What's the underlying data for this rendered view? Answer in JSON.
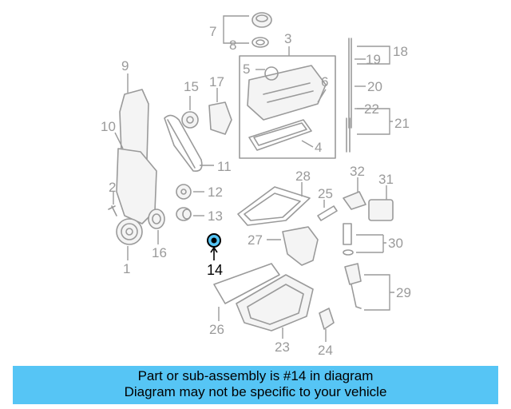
{
  "callouts": {
    "c1": "1",
    "c2": "2",
    "c3": "3",
    "c4": "4",
    "c5": "5",
    "c6": "6",
    "c7": "7",
    "c8": "8",
    "c9": "9",
    "c10": "10",
    "c11": "11",
    "c12": "12",
    "c13": "13",
    "c14": "14",
    "c15": "15",
    "c16": "16",
    "c17": "17",
    "c18": "18",
    "c19": "19",
    "c20": "20",
    "c21": "21",
    "c22": "22",
    "c23": "23",
    "c24": "24",
    "c25": "25",
    "c26": "26",
    "c27": "27",
    "c28": "28",
    "c29": "29",
    "c30": "30",
    "c31": "31",
    "c32": "32"
  },
  "highlight": {
    "part_number": "14",
    "color": "#000000"
  },
  "banner": {
    "line1": "Part or sub-assembly is #14 in diagram",
    "line2": "Diagram may not be specific to your vehicle",
    "background": "#56c5f5"
  }
}
